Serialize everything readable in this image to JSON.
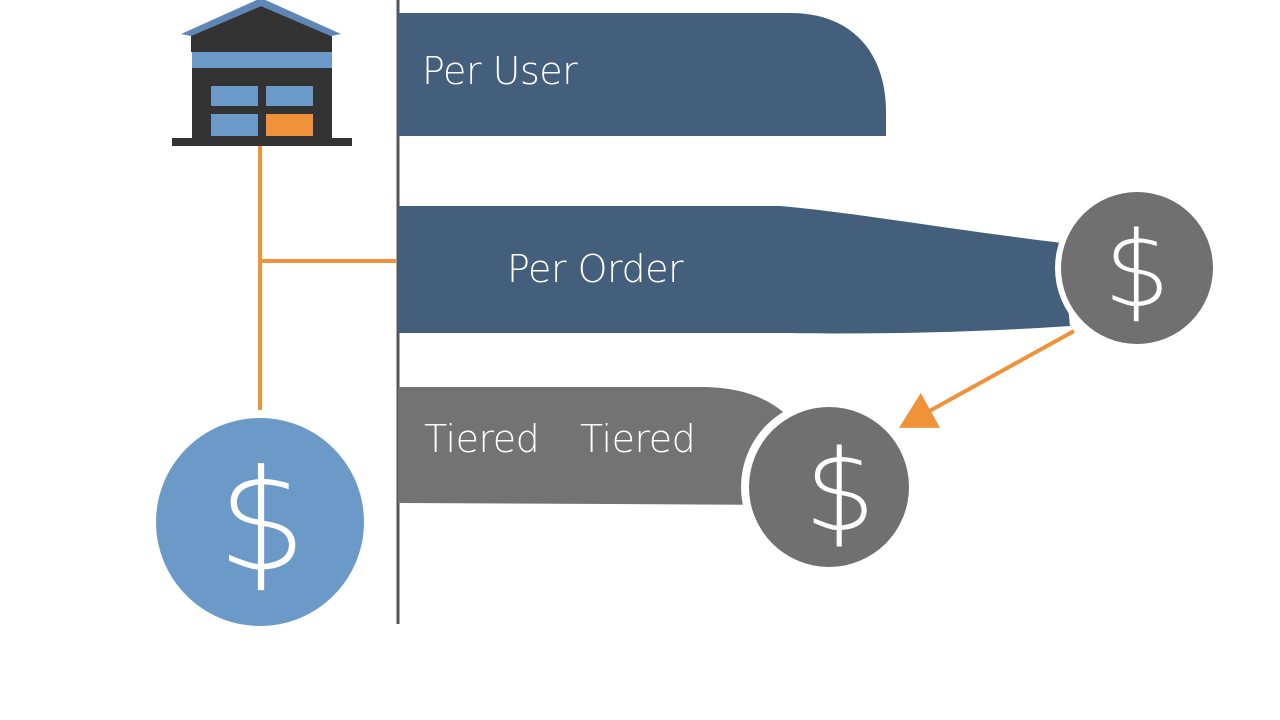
{
  "bands": {
    "per_user": {
      "label": "Per User"
    },
    "per_order": {
      "label": "Per Order"
    },
    "tiered": {
      "label_left": "Tiered",
      "label_right": "Tiered"
    }
  },
  "icons": {
    "dollar_glyph": "$",
    "warehouse": "warehouse-icon",
    "dollar_blue": "dollar-coin-icon",
    "dollar_gray": "dollar-coin-icon"
  },
  "colors": {
    "navy_band": "#445f7c",
    "gray_band": "#737373",
    "gray_coin": "#707070",
    "blue_coin": "#6b9ac8",
    "orange": "#f0923a",
    "axis": "#555555"
  }
}
